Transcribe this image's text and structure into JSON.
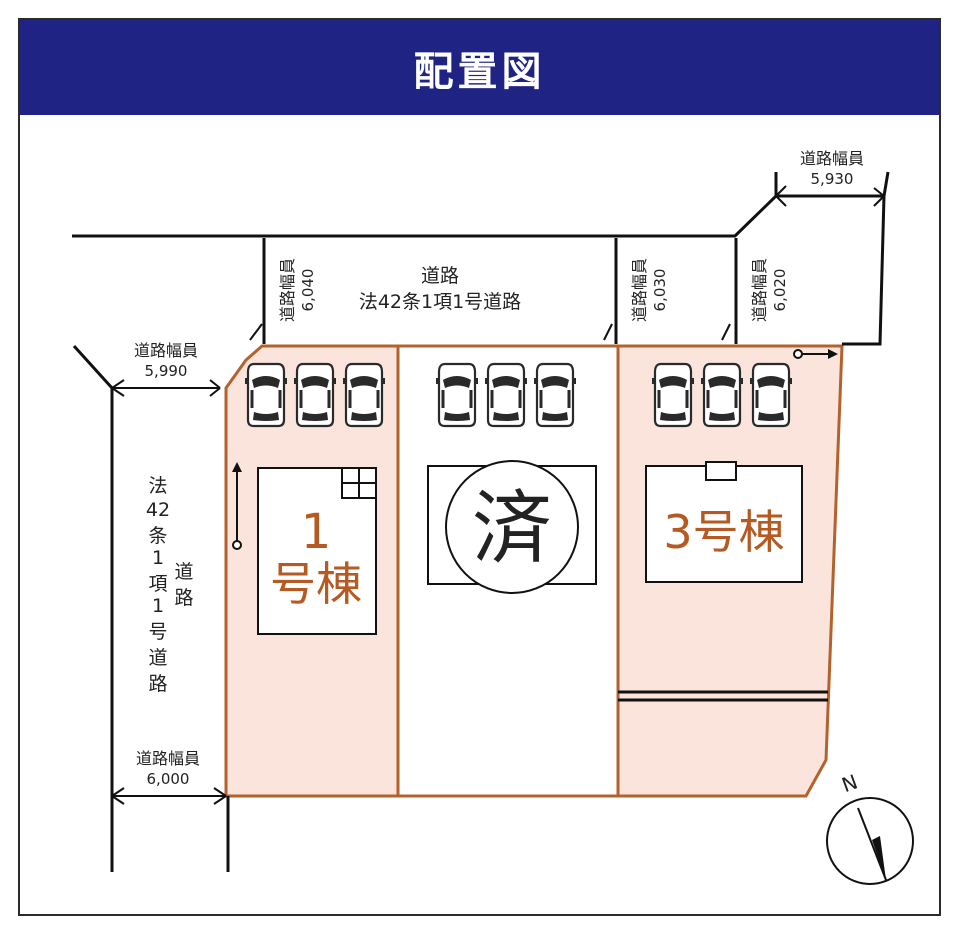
{
  "title": "配置図",
  "roads": {
    "top_name": "道路",
    "top_law": "法42条1項1号道路",
    "left_vertical": [
      "法",
      "42",
      "条",
      "1",
      "項",
      "1",
      "号",
      "道",
      "路"
    ],
    "left_vertical_2": [
      "道",
      "路"
    ],
    "width_label": "道路幅員",
    "widths": {
      "top_left": "6,040",
      "top_mid": "6,030",
      "top_right": "6,020",
      "upper_right": "5,930",
      "left_upper": "5,990",
      "left_lower": "6,000"
    }
  },
  "lots": {
    "lot1_number": "1",
    "lot1_name": "号棟",
    "lot2_mark": "済",
    "lot3_name": "3号棟"
  },
  "compass": {
    "north": "N"
  },
  "colors": {
    "banner": "#1e2384",
    "lot_fill": "#fbe4dc",
    "lot_border": "#b4622d",
    "label_orange": "#b45a22"
  }
}
